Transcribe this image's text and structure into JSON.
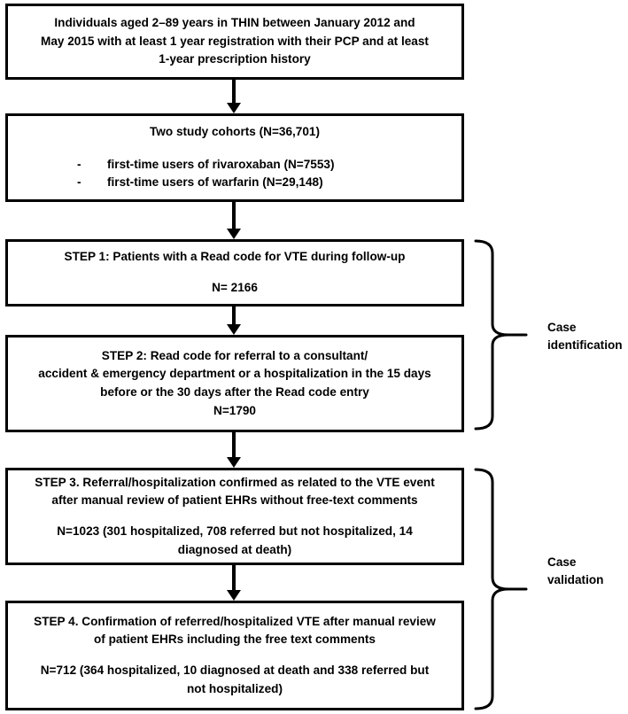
{
  "diagram": {
    "title": "VTE case identification and validation flowchart",
    "colors": {
      "stroke": "#000000",
      "background": "#ffffff",
      "text": "#000000"
    },
    "boxes": [
      {
        "id": "source-population",
        "lines": [
          "Individuals aged 2–89 years in THIN between January 2012 and",
          "May 2015 with at least 1 year registration with their PCP and at least",
          "1-year prescription history"
        ]
      },
      {
        "id": "study-cohorts",
        "heading": "Two study cohorts (N=36,701)",
        "bullets": [
          {
            "dash": "-",
            "text": "first-time users of rivaroxaban (N=7553)"
          },
          {
            "dash": "-",
            "text": "first-time users of warfarin (N=29,148)"
          }
        ]
      },
      {
        "id": "step-1",
        "lines": [
          "STEP 1: Patients with a Read code for VTE during follow-up",
          "N= 2166"
        ]
      },
      {
        "id": "step-2",
        "lines": [
          "STEP 2: Read code for referral to a consultant/",
          "accident & emergency department or a hospitalization in the 15 days",
          "before or the 30 days after the Read code entry",
          "N=1790"
        ]
      },
      {
        "id": "step-3",
        "lines": [
          "STEP 3. Referral/hospitalization confirmed as related to the VTE event",
          "after manual review of patient EHRs without free-text comments",
          "N=1023 (301 hospitalized, 708 referred but not hospitalized, 14",
          "diagnosed at death)"
        ]
      },
      {
        "id": "step-4",
        "lines": [
          "STEP 4. Confirmation of referred/hospitalized VTE after manual review",
          "of patient EHRs including the free text comments",
          "N=712 (364 hospitalized, 10 diagnosed at death and 338 referred but",
          "not hospitalized)"
        ]
      }
    ],
    "braces": [
      {
        "id": "case-identification",
        "label_lines": [
          "Case",
          "identification"
        ]
      },
      {
        "id": "case-validation",
        "label_lines": [
          "Case",
          "validation"
        ]
      }
    ]
  }
}
